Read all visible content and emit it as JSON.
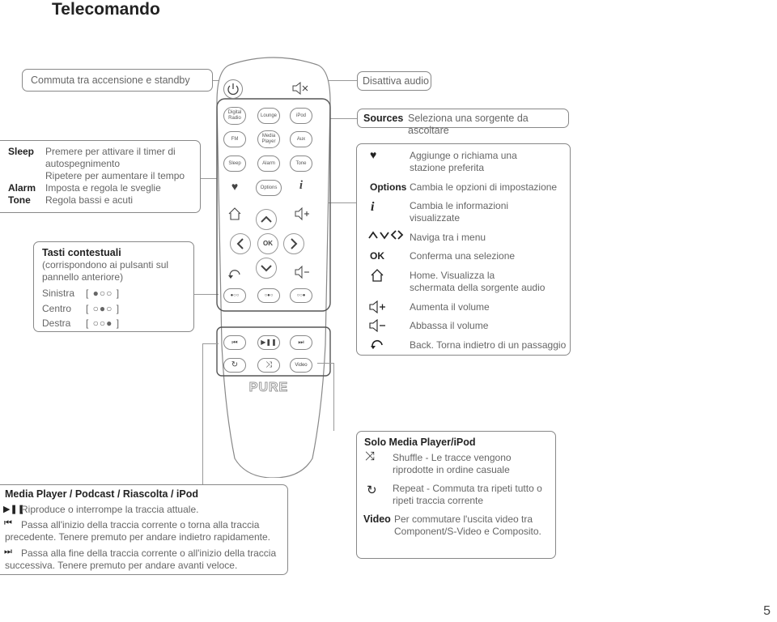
{
  "page": {
    "title": "Telecomando",
    "page_number": "5"
  },
  "callouts": {
    "standby": "Commuta tra accensione e standby",
    "mute": "Disattiva audio"
  },
  "left_panel": {
    "rows": [
      {
        "key": "Sleep",
        "text": "Premere per attivare il timer di autospegnimento"
      },
      {
        "key": "",
        "text": "Ripetere per aumentare il tempo"
      },
      {
        "key": "Alarm",
        "text": "Imposta e regola le sveglie"
      },
      {
        "key": "Tone",
        "text": "Regola bassi e acuti"
      }
    ]
  },
  "contextual": {
    "title": "Tasti contestuali",
    "subtitle_1": "(corrispondono ai pulsanti sul",
    "subtitle_2": "pannello anteriore)",
    "rows": [
      {
        "label": "Sinistra",
        "dots": "[ ●○○ ]"
      },
      {
        "label": "Centro",
        "dots": "[ ○●○ ]"
      },
      {
        "label": "Destra",
        "dots": "[ ○○● ]"
      }
    ]
  },
  "sources": {
    "key": "Sources",
    "text": "Seleziona una sorgente da ascoltare"
  },
  "right_panel": {
    "rows": [
      {
        "icon": "♥",
        "text_1": "Aggiunge o richiama una",
        "text_2": "stazione preferita"
      },
      {
        "icon": "Options",
        "text_1": "Cambia le opzioni di impostazione",
        "text_2": ""
      },
      {
        "icon": "i",
        "text_1": "Cambia le informazioni",
        "text_2": "visualizzate"
      },
      {
        "icon": "^v<>",
        "text_1": "Naviga tra i menu",
        "text_2": ""
      },
      {
        "icon": "OK",
        "text_1": "Conferma una selezione",
        "text_2": ""
      },
      {
        "icon": "home",
        "text_1": "Home. Visualizza la",
        "text_2": "schermata della sorgente audio"
      },
      {
        "icon": "vol+",
        "text_1": "Aumenta il volume",
        "text_2": ""
      },
      {
        "icon": "vol-",
        "text_1": "Abbassa il volume",
        "text_2": ""
      },
      {
        "icon": "back",
        "text_1": "Back. Torna indietro di un passaggio",
        "text_2": ""
      }
    ]
  },
  "remote": {
    "buttons": {
      "digital_radio": "Digital Radio",
      "lounge": "Lounge",
      "ipod": "iPod",
      "fm": "FM",
      "media_player": "Media Player",
      "aux": "Aux",
      "sleep": "Sleep",
      "alarm": "Alarm",
      "tone": "Tone",
      "options": "Options",
      "ok": "OK",
      "video": "Video"
    },
    "brand": "PURE"
  },
  "media_panel": {
    "title": "Media Player / Podcast / Riascolta / iPod",
    "rows": [
      {
        "icon": "▶❚❚",
        "text_1": "Riproduce o interrompe la traccia attuale.",
        "text_2": ""
      },
      {
        "icon": "⏮",
        "text_1": "Passa all'inizio della traccia corrente o torna alla traccia",
        "text_2": "precedente. Tenere premuto per andare indietro rapidamente."
      },
      {
        "icon": "⏭",
        "text_1": "Passa alla fine della traccia corrente o all'inizio della traccia",
        "text_2": "successiva. Tenere premuto per andare avanti veloce."
      }
    ]
  },
  "solo_panel": {
    "title": "Solo Media Player/iPod",
    "rows": [
      {
        "icon": "⤨",
        "text_1": "Shuffle - Le tracce vengono",
        "text_2": "riprodotte in ordine casuale"
      },
      {
        "icon": "↻",
        "text_1": "Repeat - Commuta tra ripeti tutto o",
        "text_2": "ripeti traccia corrente"
      },
      {
        "icon": "Video",
        "text_1": "Per commutare l'uscita video tra",
        "text_2": "Component/S-Video e Composito."
      }
    ]
  }
}
